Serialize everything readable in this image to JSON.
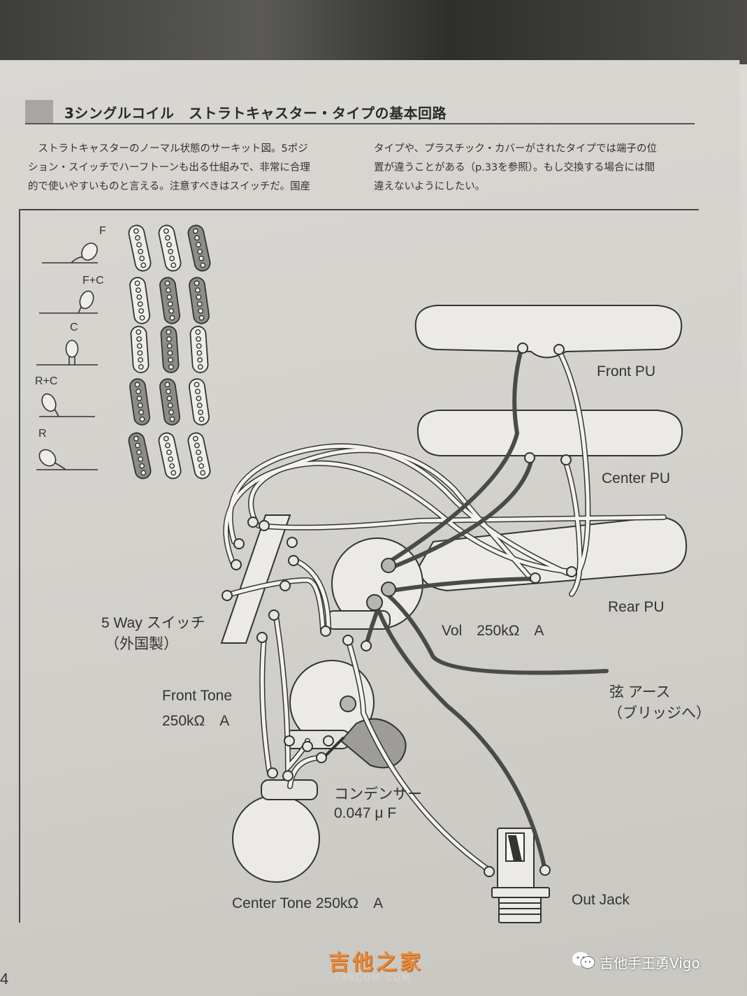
{
  "heading": "3シングルコイル　ストラトキャスター・タイプの基本回路",
  "body_left": "　ストラトキャスターのノーマル状態のサーキット図。5ポジ\nション・スイッチでハーフトーンも出る仕組みで、非常に合理\n的で使いやすいものと言える。注意すべきはスイッチだ。国産",
  "body_right": "タイプや、プラスチック・カバーがされたタイプでは端子の位\n置が違うことがある（p.33を参照）。もし交換する場合には間\n違えないようにしたい。",
  "switch_positions": [
    {
      "label": "F",
      "active": [
        false,
        false,
        true
      ]
    },
    {
      "label": "F+C",
      "active": [
        false,
        true,
        true
      ]
    },
    {
      "label": "C",
      "active": [
        false,
        true,
        false
      ]
    },
    {
      "label": "R+C",
      "active": [
        true,
        true,
        false
      ]
    },
    {
      "label": "R",
      "active": [
        true,
        false,
        false
      ]
    }
  ],
  "labels": {
    "front_pu": "Front  PU",
    "center_pu": "Center  PU",
    "rear_pu": "Rear  PU",
    "switch_line1": "5 Way スイッチ",
    "switch_line2": "（外国製）",
    "vol": "Vol　250kΩ　A",
    "ground_line1": "弦 アース",
    "ground_line2": "（ブリッジへ）",
    "front_tone_line1": "Front  Tone",
    "front_tone_line2": "250kΩ　A",
    "cap_line1": "コンデンサー",
    "cap_line2": "0.047 μ F",
    "center_tone": "Center  Tone 250kΩ　A",
    "out_jack": "Out Jack"
  },
  "page_number": "4",
  "watermark": {
    "site_cn": "吉他之家",
    "site_url": "798COM.COM",
    "account": "吉他手王勇Vigo"
  },
  "colors": {
    "paper": "#d6d4cf",
    "line": "#333333",
    "dark_wire": "#4a4a4a"
  }
}
